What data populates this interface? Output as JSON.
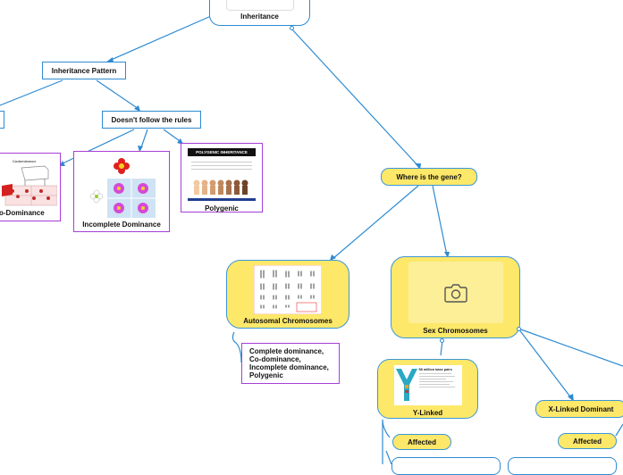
{
  "nodes": {
    "root": "Inheritance",
    "inheritance_pattern": "Inheritance Pattern",
    "doesnt_follow": "Doesn't follow the rules",
    "co_dominance": "o-Dominance",
    "incomplete_dominance": "Incomplete Dominance",
    "polygenic": "Polygenic",
    "polygenic_image_title": "POLYGENIC INHERITANCE",
    "where_gene": "Where is the gene?",
    "autosomal": "Autosomal Chromosomes",
    "autosomal_note": [
      "Complete dominance,",
      "Co-dominance,",
      "Incomplete dominance,",
      "Polygenic"
    ],
    "sex": "Sex Chromosomes",
    "y_linked": "Y-Linked",
    "y_image_caption": "58 million base pairs",
    "x_linked_dominant": "X-Linked Dominant",
    "affected_left": "Affected",
    "affected_right": "Affected"
  },
  "icons": [
    "camera-icon",
    "flower-icon",
    "cow-icon",
    "chromosome-icon",
    "y-chromosome-icon"
  ],
  "colors": {
    "link": "#2e8bd1",
    "yellow": "#fde86a",
    "purple": "#a53fd6",
    "blue_border": "#2e8bd1"
  }
}
